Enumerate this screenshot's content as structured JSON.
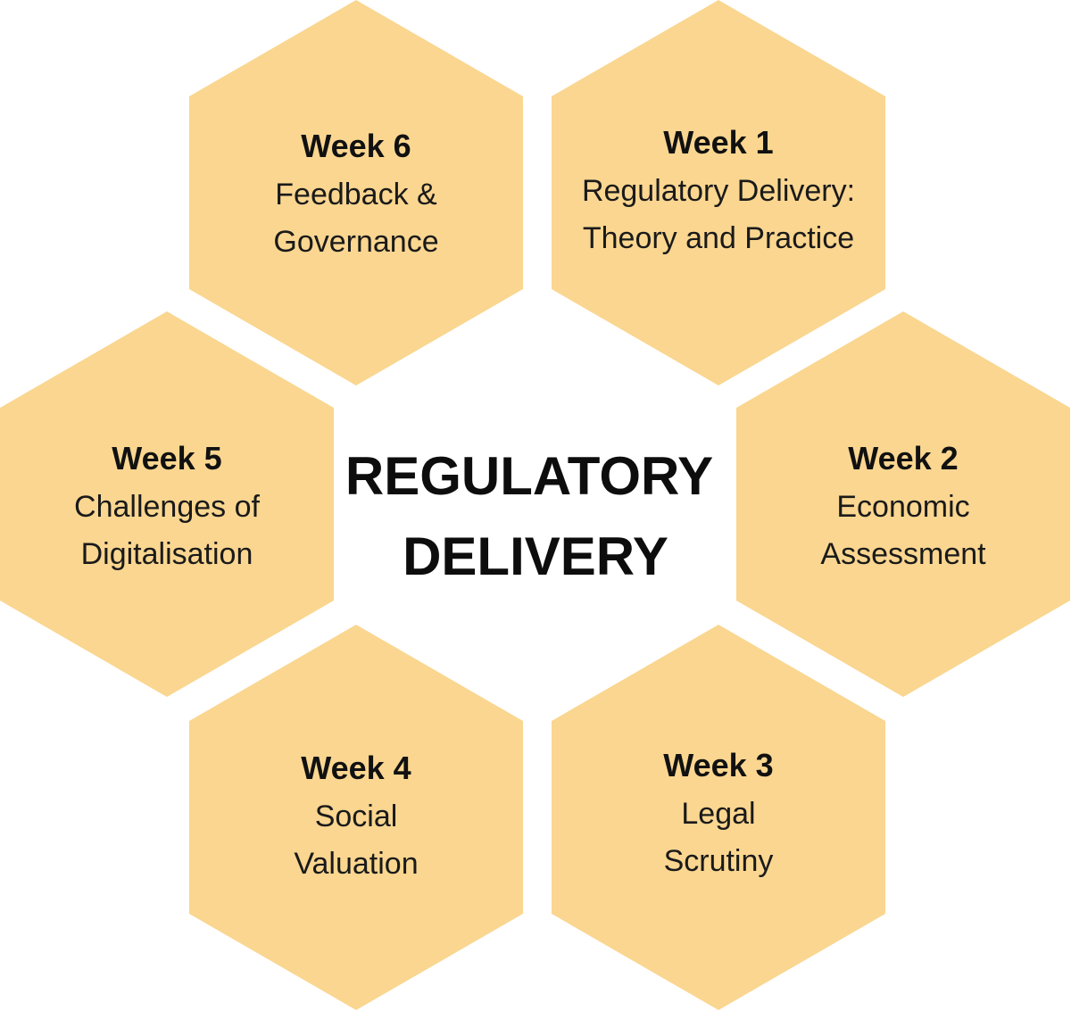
{
  "colors": {
    "hexagon_fill": "#FAD690",
    "text": "#111111",
    "background": "#FFFFFF"
  },
  "center": {
    "line1": "REGULATORY",
    "line2": "DELIVERY"
  },
  "weeks": {
    "w6": {
      "title": "Week 6",
      "line1": "Feedback &",
      "line2": "Governance"
    },
    "w1": {
      "title": "Week 1",
      "line1": "Regulatory Delivery:",
      "line2": "Theory and Practice"
    },
    "w5": {
      "title": "Week 5",
      "line1": "Challenges of",
      "line2": "Digitalisation"
    },
    "w2": {
      "title": "Week 2",
      "line1": "Economic",
      "line2": "Assessment"
    },
    "w4": {
      "title": "Week 4",
      "line1": "Social",
      "line2": "Valuation"
    },
    "w3": {
      "title": "Week 3",
      "line1": "Legal",
      "line2": "Scrutiny"
    }
  }
}
